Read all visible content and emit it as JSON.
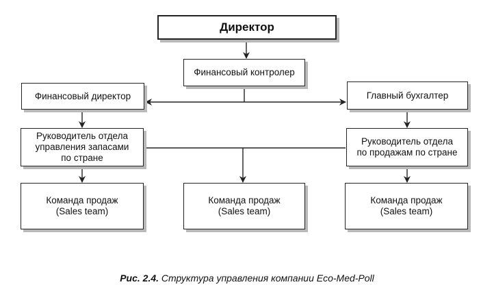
{
  "diagram": {
    "nodes": {
      "director": {
        "lines": [
          "Директор"
        ]
      },
      "controller": {
        "lines": [
          "Финансовый контролер"
        ]
      },
      "fin_director": {
        "lines": [
          "Финансовый директор"
        ]
      },
      "chief_accountant": {
        "lines": [
          "Главный бухгалтер"
        ]
      },
      "inventory_head": {
        "lines": [
          "Руководитель отдела",
          "управления запасами",
          "по стране"
        ]
      },
      "sales_head": {
        "lines": [
          "Руководитель отдела",
          "по продажам по стране"
        ]
      },
      "team_left": {
        "lines": [
          "Команда продаж",
          "(Sales team)"
        ]
      },
      "team_center": {
        "lines": [
          "Команда продаж",
          "(Sales team)"
        ]
      },
      "team_right": {
        "lines": [
          "Команда продаж",
          "(Sales team)"
        ]
      }
    },
    "colors": {
      "line": "#222222",
      "shadow": "#b9b9b9"
    }
  },
  "caption": {
    "label": "Рис. 2.4.",
    "text": "Структура управления компании Eco-Med-Poll"
  }
}
